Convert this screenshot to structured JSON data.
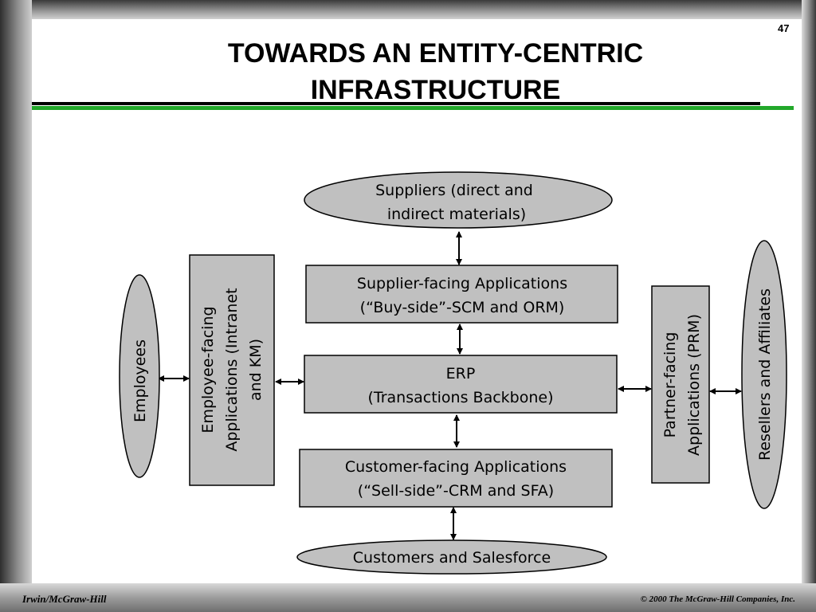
{
  "slide": {
    "number": "47",
    "title_line1": "TOWARDS AN ENTITY-CENTRIC",
    "title_line2": "INFRASTRUCTURE",
    "footer_left": "Irwin/McGraw-Hill",
    "footer_right": "© 2000 The McGraw-Hill Companies, Inc."
  },
  "diagram": {
    "suppliers": {
      "line1": "Suppliers (direct and",
      "line2": "indirect materials)"
    },
    "supplier_apps": {
      "line1": "Supplier-facing Applications",
      "line2": "(“Buy-side”-SCM and ORM)"
    },
    "erp": {
      "line1": "ERP",
      "line2": "(Transactions Backbone)"
    },
    "customer_apps": {
      "line1": "Customer-facing Applications",
      "line2": "(“Sell-side”-CRM and SFA)"
    },
    "customers": {
      "label": "Customers and Salesforce"
    },
    "employees": {
      "label": "Employees"
    },
    "employee_apps": {
      "line1": "Employee-facing",
      "line2": "Applications (Intranet",
      "line3": "and KM)"
    },
    "partner_apps": {
      "line1": "Partner-facing",
      "line2": "Applications (PRM)"
    },
    "resellers": {
      "label": "Resellers and Affiliates"
    },
    "colors": {
      "shape_fill": "#c0c0c0",
      "stroke": "#000000",
      "accent_rule": "#22a82a"
    }
  }
}
